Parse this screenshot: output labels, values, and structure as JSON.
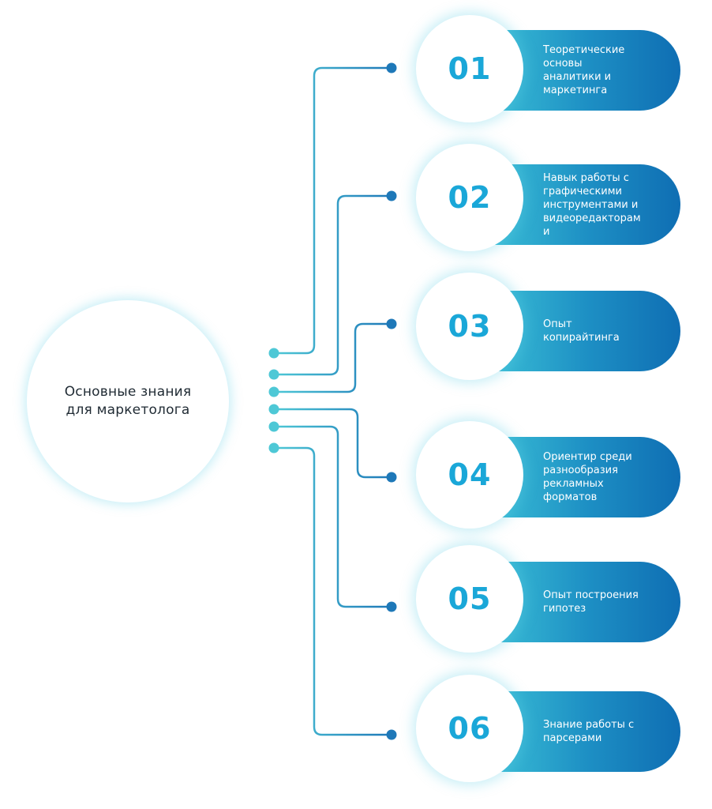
{
  "center": {
    "label": "Основные знания для маркетолога"
  },
  "items": [
    {
      "number": "01",
      "text": "Теоретические\nосновы\nаналитики и\nмаркетинга"
    },
    {
      "number": "02",
      "text": "Навык работы с\nграфическими\nинструментами и\nвидеоредакторам\nи"
    },
    {
      "number": "03",
      "text": "Опыт\nкопирайтинга"
    },
    {
      "number": "04",
      "text": "Ориентир среди\nразнообразия\nрекламных\nформатов"
    },
    {
      "number": "05",
      "text": "Опыт построения\nгипотез"
    },
    {
      "number": "06",
      "text": "Знание работы с\nпарсерами"
    }
  ],
  "colors": {
    "connector_light": "#4ec8d6",
    "connector_dark": "#1e78b8",
    "number": "#1aa7d8",
    "pill_start": "#3ec4d8",
    "pill_end": "#0f6eb3"
  }
}
